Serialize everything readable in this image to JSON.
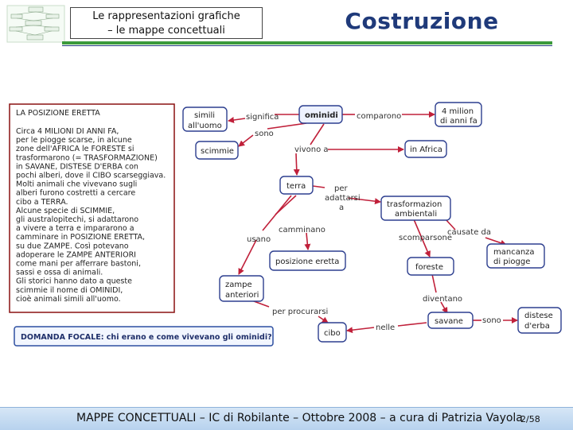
{
  "header": {
    "subtitle_line1": "Le rappresentazioni grafiche",
    "subtitle_line2": "– le mappe concettuali",
    "title": "Costruzione"
  },
  "text_panel": {
    "heading": "LA POSIZIONE ERETTA",
    "lines": [
      "Circa 4 MILIONI DI ANNI FA,",
      "per le piogge scarse, in alcune",
      "zone dell'AFRICA le FORESTE si",
      "trasformarono (= TRASFORMAZIONE)",
      "in SAVANE, DISTESE D'ERBA con",
      "pochi alberi, dove il CIBO scarseggiava.",
      "Molti animali che vivevano sugli",
      "alberi furono costretti a cercare",
      "cibo a TERRA.",
      "Alcune specie di SCIMMIE,",
      "gli australopitechi, si adattarono",
      "a vivere a terra e impararono a",
      "camminare in POSIZIONE ERETTA,",
      "su due ZAMPE. Così potevano",
      "adoperare le ZAMPE ANTERIORI",
      "come mani per afferrare bastoni,",
      "sassi e ossa di animali.",
      "Gli storici hanno dato a queste",
      "scimmie il nome di OMINIDI,",
      "cioè animali simili all'uomo."
    ]
  },
  "focal_question": "DOMANDA FOCALE: chi erano e come vivevano gli ominidi?",
  "nodes": {
    "simili": [
      "simili",
      "all'uomo"
    ],
    "ominidi": [
      "ominidi"
    ],
    "milioni": [
      "4 milion",
      "di anni fa"
    ],
    "scimmie": [
      "scimmie"
    ],
    "africa": [
      "in Africa"
    ],
    "terra": [
      "terra"
    ],
    "trasformazioni": [
      "trasformazion",
      "ambientali"
    ],
    "mancanza": [
      "mancanza",
      "di piogge"
    ],
    "posizione": [
      "posizione eretta"
    ],
    "foreste": [
      "foreste"
    ],
    "zampe": [
      "zampe",
      "anteriori"
    ],
    "savane": [
      "savane"
    ],
    "distese": [
      "distese",
      "d'erba"
    ],
    "cibo": [
      "cibo"
    ]
  },
  "links": {
    "significa": "significa",
    "comparono": "comparono",
    "sono": "sono",
    "vivono_a": "vivono a",
    "per_adattarsi": [
      "per",
      "adattarsi",
      "a"
    ],
    "camminano": "camminano",
    "usano": "usano",
    "causate_da": [
      "causate da",
      "scomparsone"
    ],
    "per_procurarsi": "per procurarsi",
    "diventano": "diventano",
    "nelle": "nelle",
    "sono2": "sono"
  },
  "footer": {
    "text": "MAPPE CONCETTUALI – IC di Robilante – Ottobre 2008 – a cura di Patrizia Vayola",
    "page": "2/58"
  },
  "colors": {
    "title": "#1f3a7a",
    "accent_green": "#3a9a3a",
    "node_border": "#2d3f8f",
    "arrow": "#c0203a",
    "panel_border": "#8a1010",
    "focal_border": "#2d4fa0"
  }
}
